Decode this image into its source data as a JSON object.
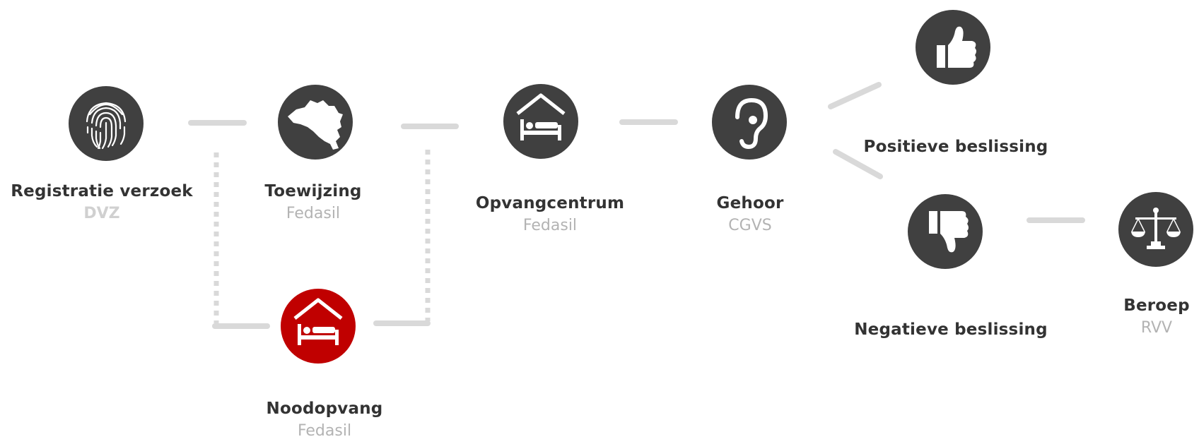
{
  "steps": {
    "registratie": {
      "title": "Registratie verzoek",
      "sub": "DVZ",
      "icon": "fingerprint-icon"
    },
    "toewijzing": {
      "title": "Toewijzing",
      "sub": "Fedasil",
      "icon": "belgium-map-icon"
    },
    "opvangcentrum": {
      "title": "Opvangcentrum",
      "sub": "Fedasil",
      "icon": "shelter-bed-icon"
    },
    "gehoor": {
      "title": "Gehoor",
      "sub": "CGVS",
      "icon": "ear-icon"
    },
    "positief": {
      "title": "Positieve beslissing",
      "icon": "thumbs-up-icon"
    },
    "negatief": {
      "title": "Negatieve beslissing",
      "icon": "thumbs-down-icon"
    },
    "beroep": {
      "title": "Beroep",
      "sub": "RVV",
      "icon": "scales-icon"
    },
    "noodopvang": {
      "title": "Noodopvang",
      "sub": "Fedasil",
      "icon": "shelter-bed-icon"
    }
  },
  "colors": {
    "node": "#404040",
    "emergency": "#c00000",
    "connector": "#d9d9d9",
    "title": "#333333",
    "sub": "#b3b3b3"
  }
}
